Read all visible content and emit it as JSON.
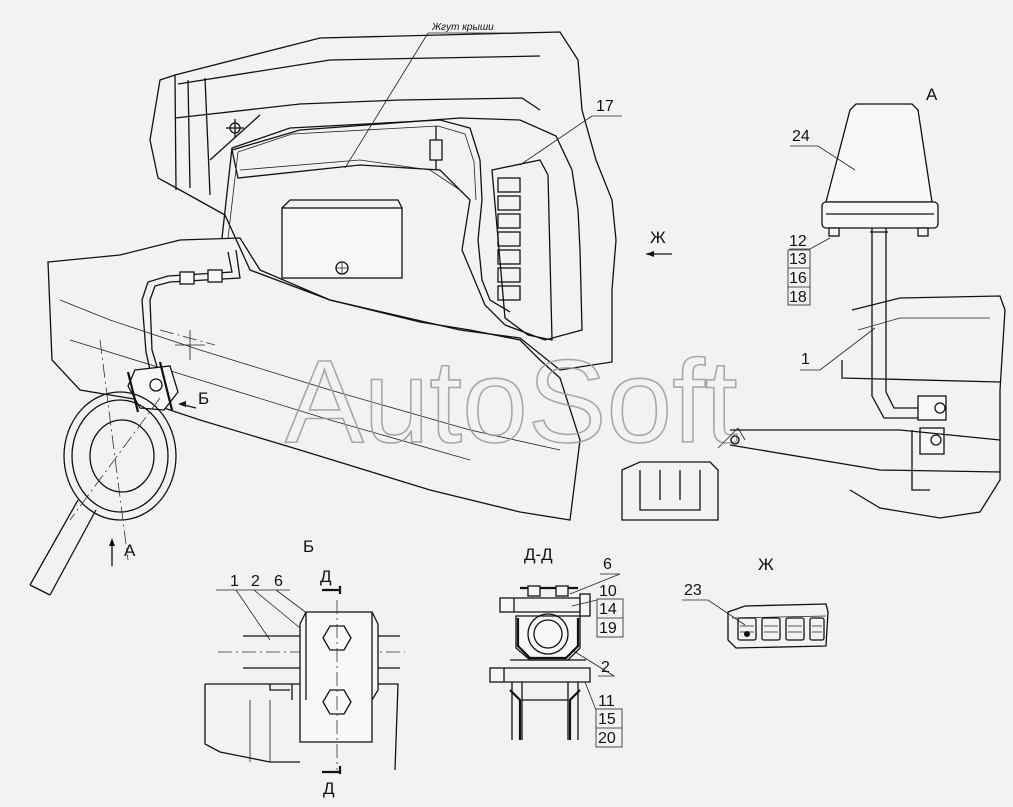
{
  "drawing": {
    "harness_label": "Жгут крыши",
    "watermark": "AutoSoft",
    "view_labels": {
      "a_top": "А",
      "zh_arrow": "Ж",
      "b_arrow": "Б",
      "a_arrow": "А",
      "b_view": "Б",
      "dd_view": "Д-Д",
      "zh_view": "Ж",
      "d_top": "Д",
      "d_bottom": "Д"
    },
    "callouts": {
      "n17": "17",
      "n24": "24",
      "n12": "12",
      "n13": "13",
      "n16": "16",
      "n18": "18",
      "n1a": "1",
      "n1b": "1",
      "n2b": "2",
      "n6b": "6",
      "n6d": "6",
      "n10": "10",
      "n14": "14",
      "n19": "19",
      "n2d": "2",
      "n11": "11",
      "n15": "15",
      "n20": "20",
      "n23": "23"
    }
  }
}
